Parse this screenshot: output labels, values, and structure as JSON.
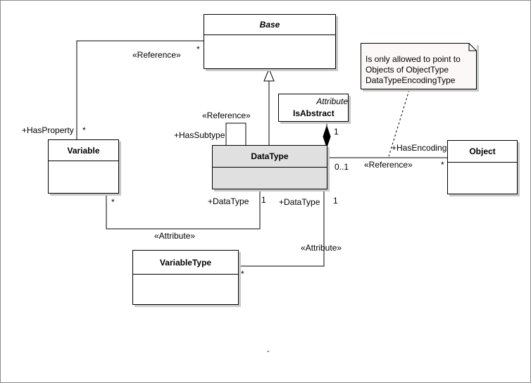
{
  "classes": {
    "base": {
      "name": "Base"
    },
    "variable": {
      "name": "Variable"
    },
    "datatype": {
      "name": "DataType"
    },
    "object": {
      "name": "Object"
    },
    "variabletype": {
      "name": "VariableType"
    },
    "isabstract": {
      "name": "IsAbstract",
      "stereotype": "Attribute"
    }
  },
  "note": {
    "lines": [
      "Is only allowed to point to",
      "Objects of ObjectType",
      "DataTypeEncodingType"
    ]
  },
  "labels": {
    "ref_base": "«Reference»",
    "ref_base_mult": "*",
    "has_property": "+HasProperty",
    "has_property_mult": "*",
    "ref_subtype": "«Reference»",
    "has_subtype": "+HasSubtype",
    "variable_mult_bottom": "*",
    "datatype_role_1": "+DataType",
    "datatype_mult_1": "1",
    "datatype_role_2": "+DataType",
    "datatype_mult_2": "1",
    "attribute_1": "«Attribute»",
    "attribute_2": "«Attribute»",
    "variabletype_mult": "*",
    "isabstract_mult": "1",
    "has_encoding": "+HasEncoding",
    "encoding_mult_src": "0..1",
    "ref_encoding": "«Reference»",
    "encoding_mult_dst": "*",
    "stray_mark": "-"
  }
}
